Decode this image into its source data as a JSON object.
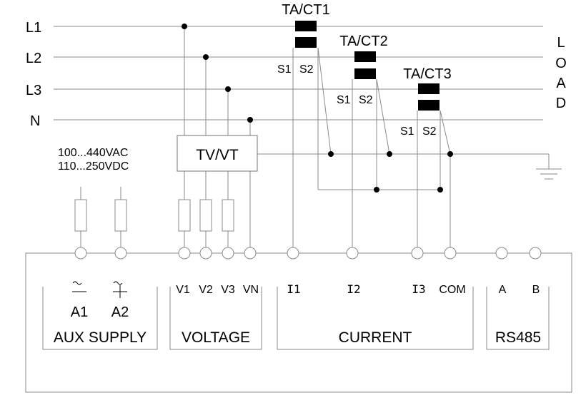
{
  "lines": {
    "l1": "L1",
    "l2": "L2",
    "l3": "L3",
    "n": "N"
  },
  "load": [
    "L",
    "O",
    "A",
    "D"
  ],
  "ct": {
    "ct1": "TA/CT1",
    "ct2": "TA/CT2",
    "ct3": "TA/CT3",
    "s1": "S1",
    "s2": "S2"
  },
  "transformer": "TV/VT",
  "aux": {
    "range_ac": "100...440VAC",
    "range_dc": "110...250VDC",
    "a1": "A1",
    "a2": "A2",
    "group": "AUX SUPPLY"
  },
  "voltage": {
    "v1": "V1",
    "v2": "V2",
    "v3": "V3",
    "vn": "VN",
    "group": "VOLTAGE"
  },
  "current": {
    "i1": "I1",
    "i2": "I2",
    "i3": "I3",
    "com": "COM",
    "group": "CURRENT"
  },
  "rs485": {
    "a": "A",
    "b": "B",
    "group": "RS485"
  }
}
